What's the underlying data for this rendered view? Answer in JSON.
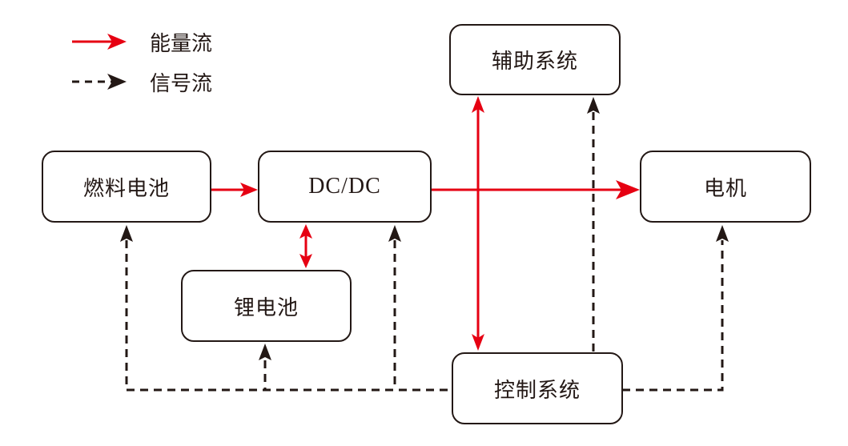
{
  "legend": {
    "energy_flow": "能量流",
    "signal_flow": "信号流"
  },
  "nodes": {
    "fuel_cell": "燃料电池",
    "dcdc": "DC/DC",
    "li_battery": "锂电池",
    "aux_system": "辅助系统",
    "motor": "电机",
    "control_system": "控制系统"
  },
  "colors": {
    "energy": "#e60012",
    "signal": "#231815",
    "border": "#231815"
  },
  "edges": [
    {
      "from": "燃料电池",
      "to": "DC/DC",
      "type": "energy",
      "direction": "forward"
    },
    {
      "from": "DC/DC",
      "to": "电机",
      "type": "energy",
      "direction": "forward"
    },
    {
      "from": "DC/DC",
      "to": "锂电池",
      "type": "energy",
      "direction": "bidirectional"
    },
    {
      "from": "DC/DC bus",
      "to": "辅助系统",
      "type": "energy",
      "direction": "bidirectional"
    },
    {
      "from": "DC/DC bus",
      "to": "控制系统",
      "type": "energy",
      "direction": "bidirectional"
    },
    {
      "from": "控制系统",
      "to": "燃料电池",
      "type": "signal",
      "direction": "forward"
    },
    {
      "from": "控制系统",
      "to": "锂电池",
      "type": "signal",
      "direction": "forward"
    },
    {
      "from": "控制系统",
      "to": "DC/DC",
      "type": "signal",
      "direction": "forward"
    },
    {
      "from": "控制系统",
      "to": "辅助系统",
      "type": "signal",
      "direction": "forward"
    },
    {
      "from": "控制系统",
      "to": "电机",
      "type": "signal",
      "direction": "forward"
    }
  ]
}
